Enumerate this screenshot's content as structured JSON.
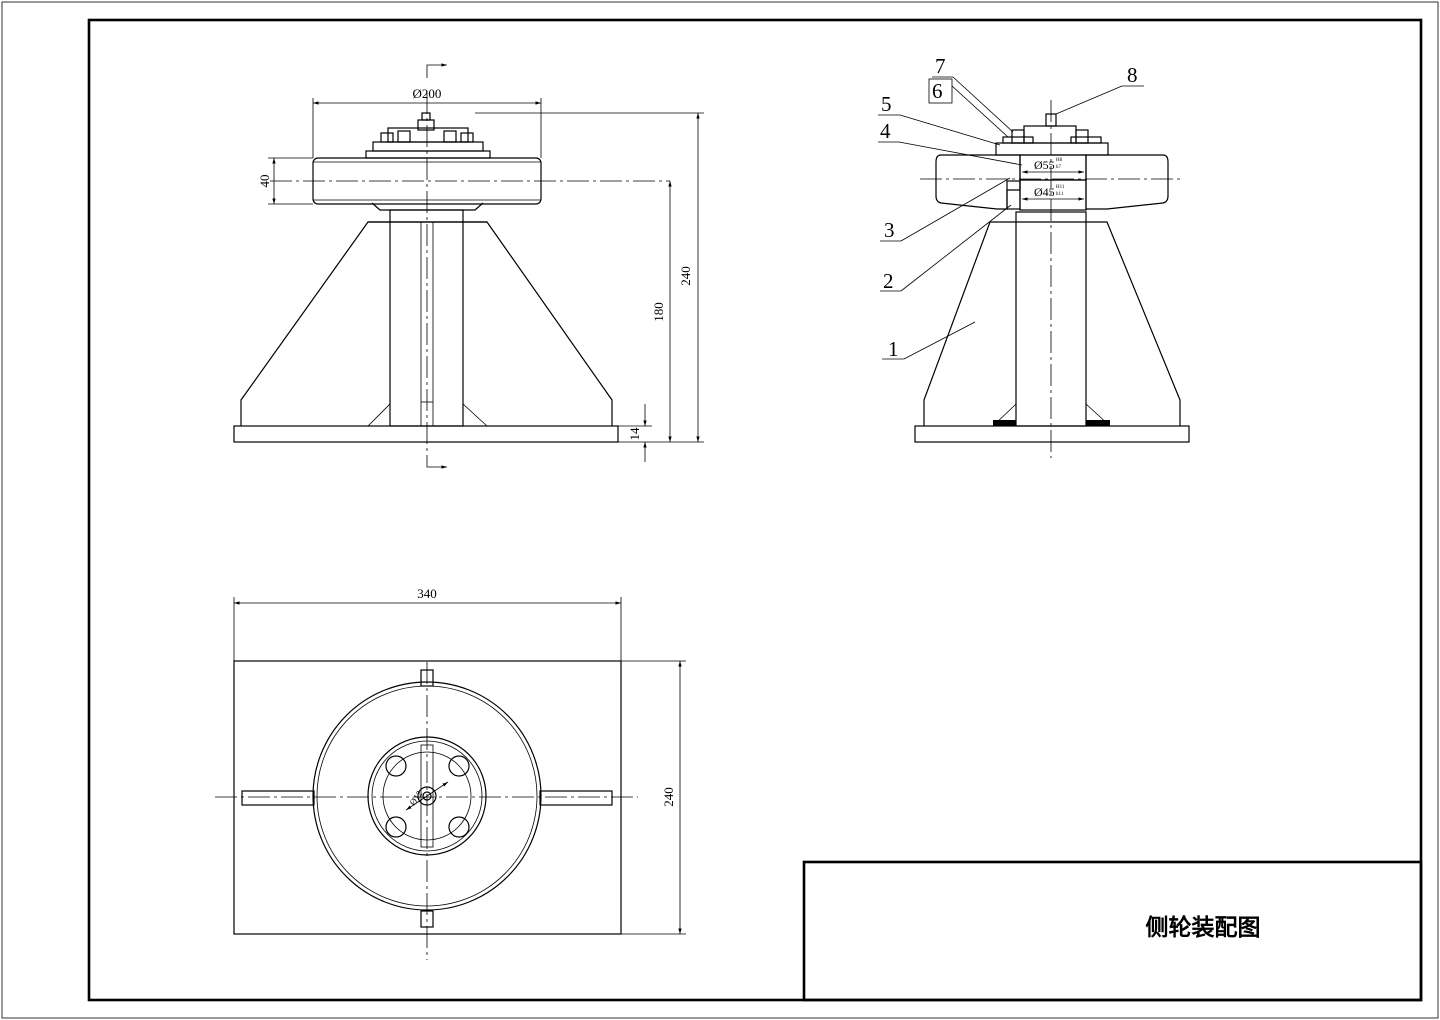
{
  "front_view": {
    "dim_wheel_diameter": "Ø200",
    "dim_wheel_width": "40",
    "dim_height_180": "180",
    "dim_height_240": "240",
    "dim_base_thickness": "14"
  },
  "section_view": {
    "dim_bore_upper": "Ø55",
    "dim_bore_lower": "Ø45",
    "fit_upper": [
      "H8",
      "h7"
    ],
    "fit_lower": [
      "H11",
      "h11"
    ],
    "part_labels": [
      "1",
      "2",
      "3",
      "4",
      "5",
      "6",
      "7",
      "8"
    ]
  },
  "top_view": {
    "dim_base_length": "340",
    "dim_base_width": "240",
    "dim_shaft": "Ø12"
  },
  "title_block": {
    "title": "侧轮装配图"
  }
}
